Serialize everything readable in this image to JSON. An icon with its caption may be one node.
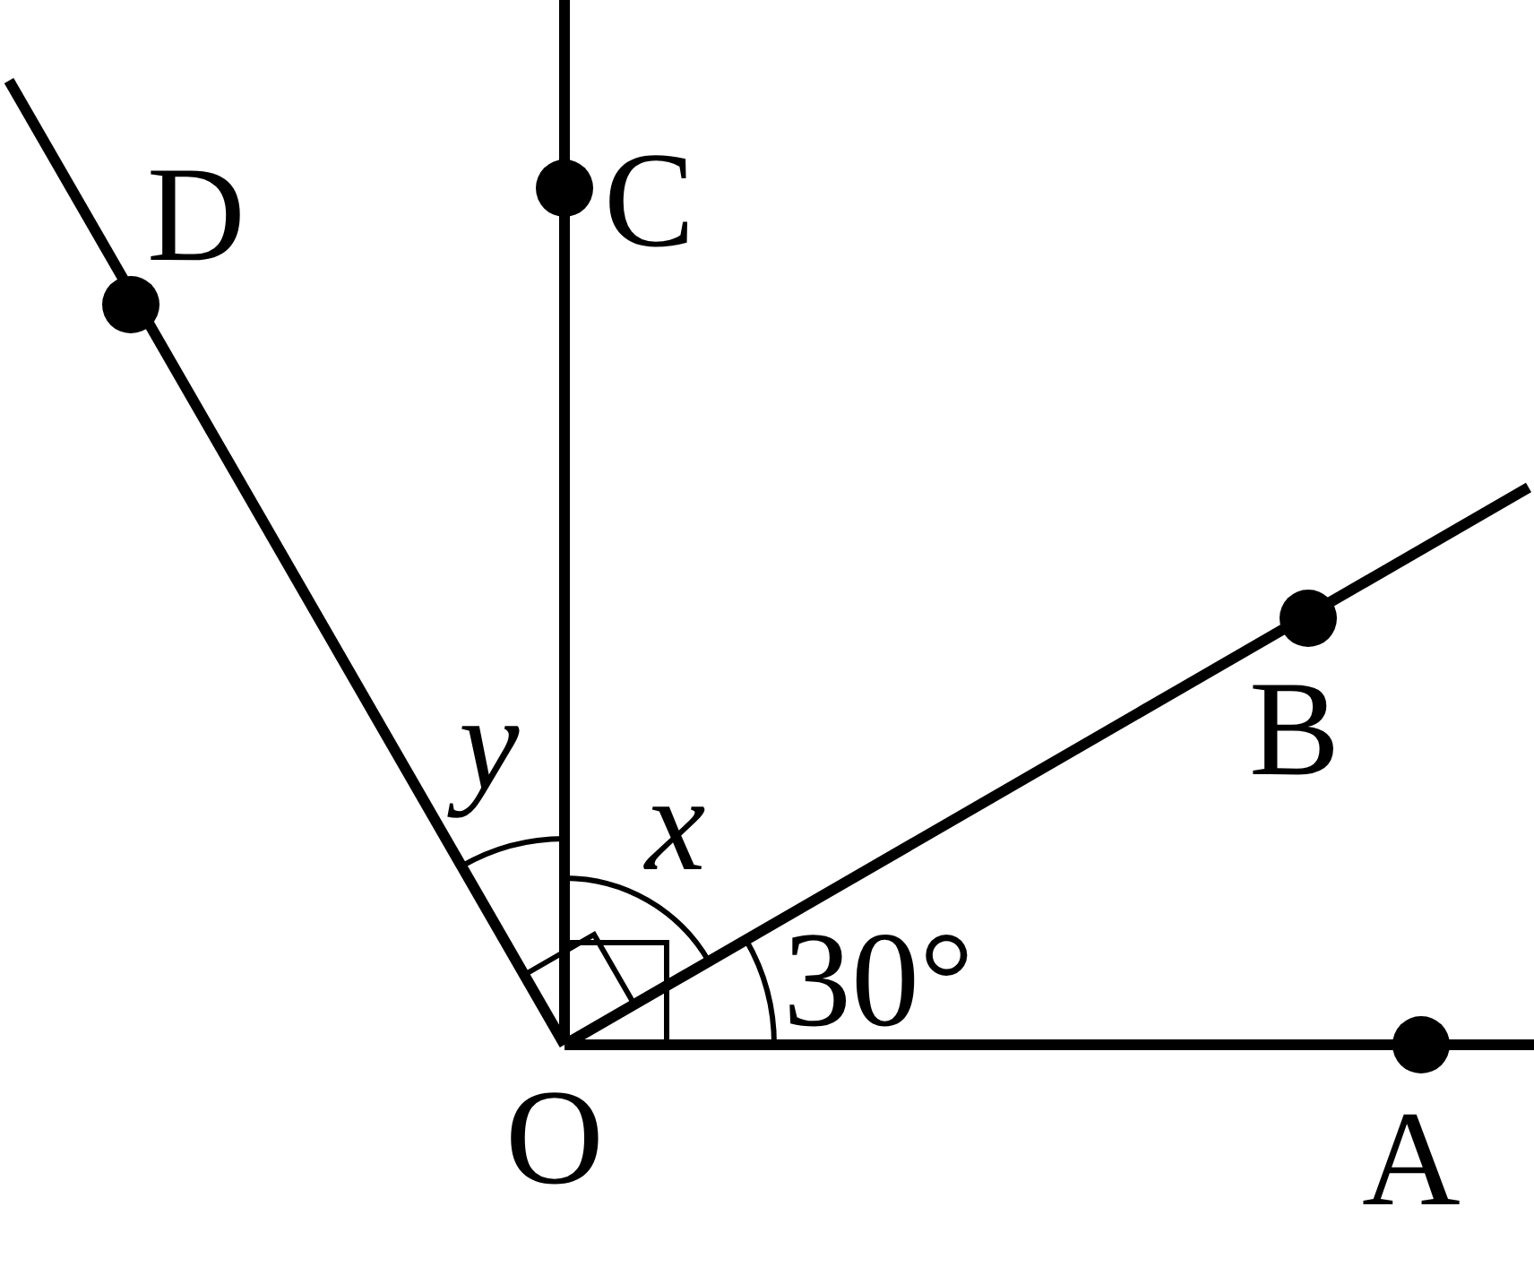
{
  "diagram": {
    "labels": [
      "D",
      "C",
      "B",
      "y",
      "x",
      "30°",
      "O",
      "A"
    ]
  }
}
